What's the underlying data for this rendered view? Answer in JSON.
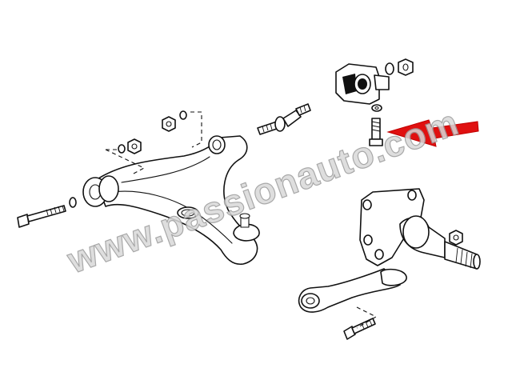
{
  "diagram": {
    "subject": "front lower control arm and steering knuckle exploded view",
    "watermark_text": "www.passionauto.com",
    "colors": {
      "line": "#111111",
      "background": "#ffffff",
      "arrow": "#e01010",
      "watermark": "#d9d9d9"
    },
    "highlight": {
      "target_part": "mount-bolt-right",
      "icon": "red-arrow-icon"
    }
  }
}
